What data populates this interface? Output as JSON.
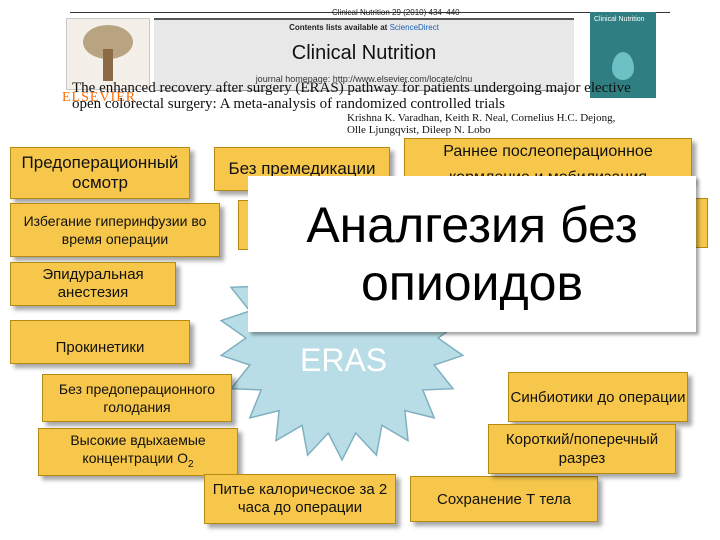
{
  "journal": {
    "citation": "Clinical Nutrition 29 (2010) 434–440",
    "contents_prefix": "Contents lists available at ",
    "contents_link": "ScienceDirect",
    "journal_title": "Clinical Nutrition",
    "homepage": "journal homepage: http://www.elsevier.com/locate/clnu",
    "publisher": "ELSEVIER",
    "cover_title": "Clinical Nutrition",
    "article_title": "The enhanced recovery after surgery (ERAS) pathway for patients undergoing major elective open colorectal surgery: A meta-analysis of randomized controlled trials",
    "authors_line1": "Krishna K. Varadhan, Keith R. Neal, Cornelius H.C. Dejong,",
    "authors_line2": "Olle Ljungqvist, Dileep N. Lobo"
  },
  "boxes": {
    "preop_exam": "Предоперационный осмотр",
    "no_premed": "Без премедикации",
    "early_feeding": "Раннее послеоперационное кормление и мобилизация",
    "avoid_hyperinfusion": "Избегание гиперинфузии во время операции",
    "epidural": "Эпидуральная анестезия",
    "prokinetics": "Прокинетики",
    "no_fasting": "Без предоперационного голодания",
    "high_o2_text": "Высокие вдыхаемые концентрации O",
    "high_o2_sub": "2",
    "carb_drink": "Питье калорическое за 2 часа до операции",
    "body_temp": "Сохранение Т тела",
    "synbiotics": "Синбиотики до операции",
    "incision": "Короткий/поперечный разрез"
  },
  "center": {
    "sun_label": "ERAS",
    "overlay_text": "Аналгезия без опиоидов"
  },
  "colors": {
    "box_fill": "#f6c74a",
    "sun_fill": "#b9dde6",
    "sun_stroke": "#7fb0c0"
  }
}
